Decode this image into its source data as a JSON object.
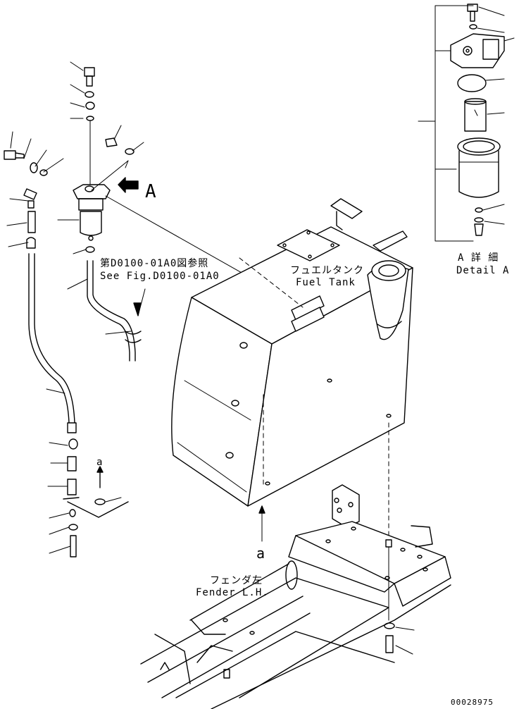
{
  "callouts": {
    "view_a_letter": "A",
    "arrow_a_lower": "a",
    "arrow_a_tank": "a"
  },
  "labels": {
    "ref_fig_jp": "第D0100-01A0図参照",
    "ref_fig_en": "See Fig.D0100-01A0",
    "fuel_tank_jp": "フュエルタンク",
    "fuel_tank_en": "Fuel Tank",
    "fender_jp": "フェンダ左",
    "fender_en": "Fender L.H.",
    "detail_jp": "A 詳 細",
    "detail_en": "Detail A"
  },
  "footer": {
    "drawing_number": "00028975"
  }
}
